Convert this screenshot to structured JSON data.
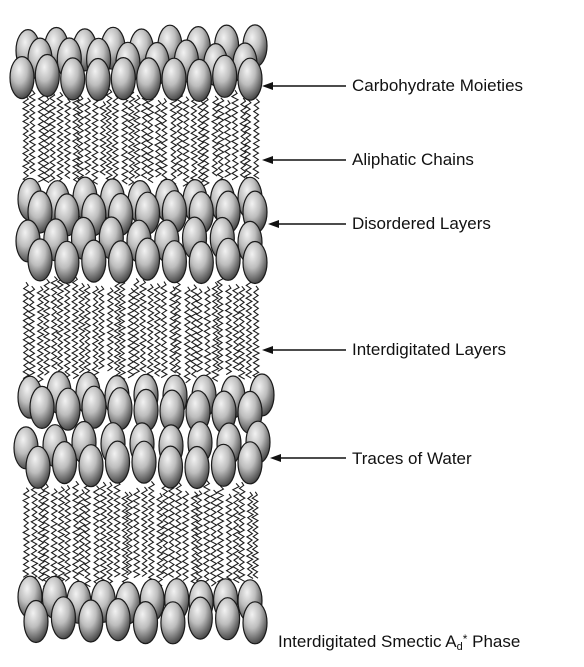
{
  "labels": [
    {
      "text": "Carbohydrate Moieties"
    },
    {
      "text": "Aliphatic Chains"
    },
    {
      "text": "Disordered Layers"
    },
    {
      "text": "Interdigitated Layers"
    },
    {
      "text": "Traces of Water"
    }
  ],
  "caption": {
    "prefix": "Interdigitated Smectic A",
    "subscript": "d",
    "superscript": "*",
    "suffix": " Phase"
  },
  "colors": {
    "ink": "#111111",
    "bead_light": "#ececec",
    "bead_mid": "#a8a8a8",
    "bead_dark": "#3e3e3e"
  }
}
